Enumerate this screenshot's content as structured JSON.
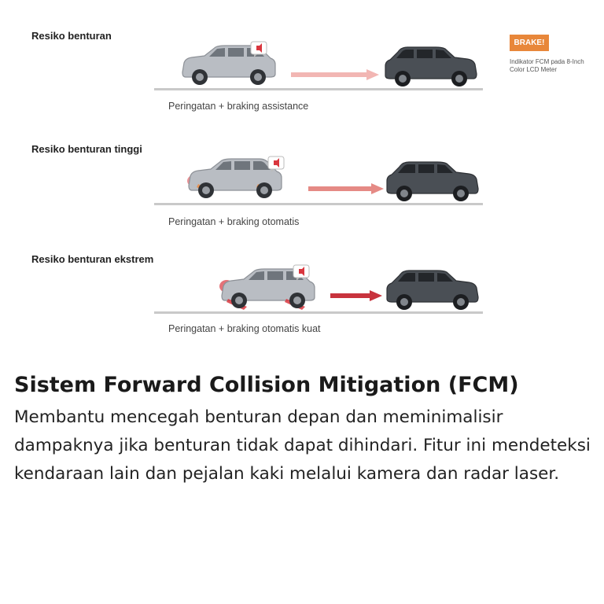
{
  "scenes": [
    {
      "title": "Resiko benturan",
      "caption": "Peringatan + braking assistance"
    },
    {
      "title": "Resiko benturan tinggi",
      "caption": "Peringatan + braking otomatis"
    },
    {
      "title": "Resiko benturan ekstrem",
      "caption": "Peringatan + braking otomatis kuat"
    }
  ],
  "indicator": {
    "badge": "BRAKE!",
    "note": "Indikator FCM pada 8-Inch Color LCD Meter",
    "color": "#e8873a"
  },
  "colors": {
    "silver_car": "#b9bdc3",
    "dark_car": "#4a4f55",
    "arrow_light": "#f2b6b3",
    "arrow_medium": "#e58a85",
    "arrow_strong": "#c8333d",
    "brake_glow": "#f08a3c",
    "alert_red": "#d9363e"
  },
  "description": {
    "title": "Sistem Forward Collision Mitigation (FCM)",
    "body": "Membantu mencegah benturan depan dan meminimalisir dampaknya jika benturan tidak dapat dihindari. Fitur ini mendeteksi kendaraan lain dan pejalan kaki melalui kamera dan radar laser."
  }
}
